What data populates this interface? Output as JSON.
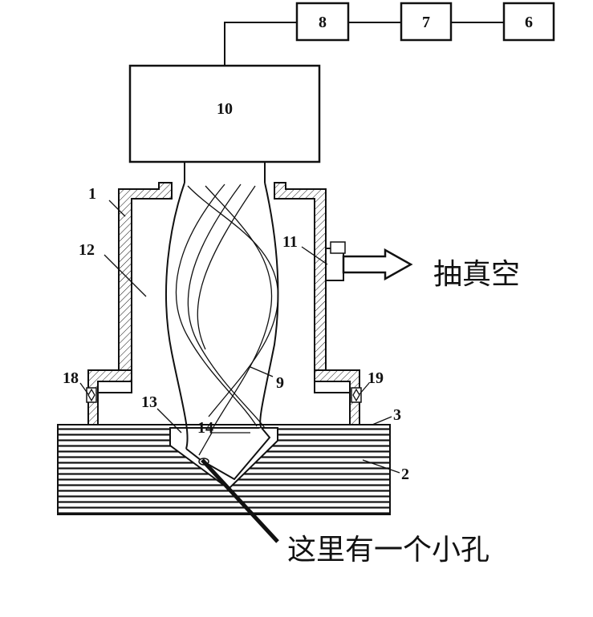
{
  "boxes": {
    "box_8": "8",
    "box_7": "7",
    "box_6": "6",
    "box_10": "10"
  },
  "labels": {
    "l1": "1",
    "l12": "12",
    "l11": "11",
    "l9": "9",
    "l18": "18",
    "l19": "19",
    "l13": "13",
    "l14": "14",
    "l3": "3",
    "l2": "2"
  },
  "annotations": {
    "vacuum": "抽真空",
    "small_hole": "这里有一个小孔"
  }
}
